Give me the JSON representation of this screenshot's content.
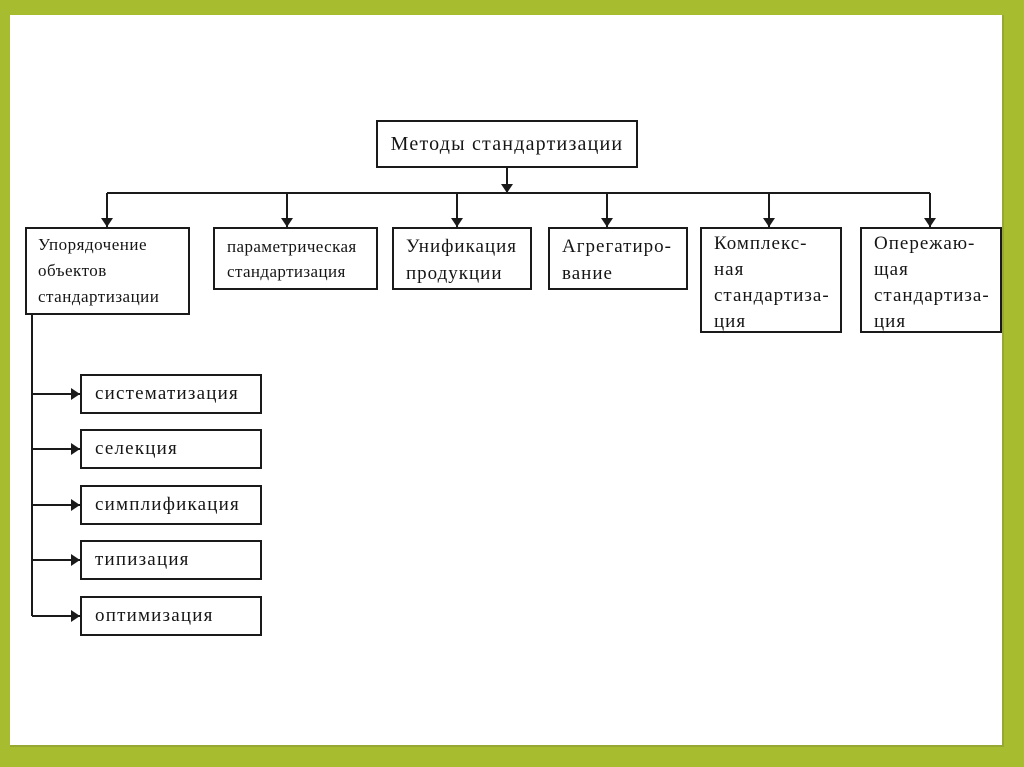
{
  "colors": {
    "frame_green": "#A7BC2E",
    "frame_edge_green": "#96A733",
    "line_black": "#1A1A1A",
    "page_white": "#FFFFFF"
  },
  "diagram": {
    "root": {
      "label": "Методы стандартизации"
    },
    "children": [
      {
        "lines": [
          "Упорядочение",
          "объектов",
          "стандартизации"
        ]
      },
      {
        "lines": [
          "параметрическая",
          "стандартизация"
        ]
      },
      {
        "lines": [
          "Унификация",
          "продукции"
        ]
      },
      {
        "lines": [
          "Агрегатиро-",
          "вание"
        ]
      },
      {
        "lines": [
          "Комплекс-",
          "ная",
          "стандартиза-",
          "ция"
        ]
      },
      {
        "lines": [
          "Опережаю-",
          "щая",
          "стандартиза-",
          "ция"
        ]
      }
    ],
    "leaves": [
      {
        "label": "систематизация"
      },
      {
        "label": "селекция"
      },
      {
        "label": "симплификация"
      },
      {
        "label": "типизация"
      },
      {
        "label": "оптимизация"
      }
    ]
  }
}
